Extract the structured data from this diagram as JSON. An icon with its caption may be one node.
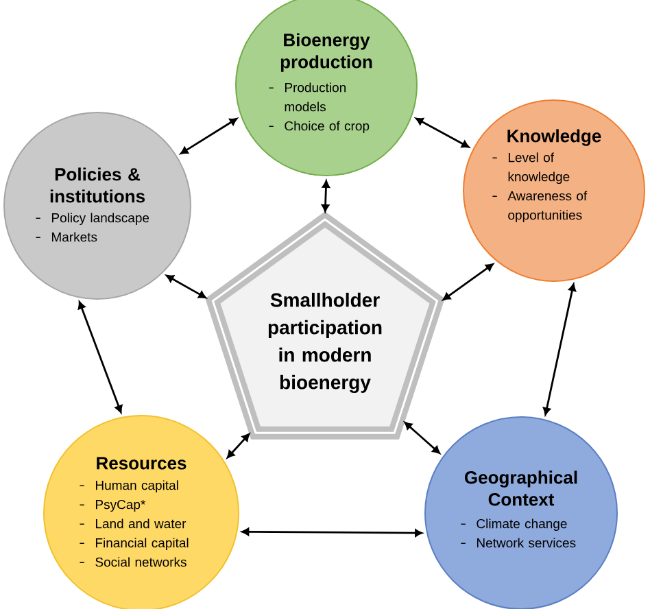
{
  "diagram": {
    "nodes": [
      {
        "text": [
          "Bioenergy production",
          "Production models",
          "Choice of crop"
        ]
      },
      {
        "text": [
          "Policies & institutions",
          "Policy landscape",
          "Markets"
        ]
      },
      {
        "text": [
          "Knowledge",
          "Level of knowledge",
          "Awareness of opportunities"
        ]
      },
      {
        "text": [
          "Smallholder participation in modern bioenergy"
        ]
      },
      {
        "text": [
          "Resources",
          "Human capital",
          "PsyCap*",
          "Land and water",
          "Financial capital",
          "Social networks"
        ]
      },
      {
        "text": [
          "Geographical Context",
          "Climate change",
          "Network services"
        ]
      }
    ],
    "edges": [
      {
        "from": 1,
        "to": 0,
        "arrow": "both"
      },
      {
        "from": 0,
        "to": 2,
        "arrow": "both"
      },
      {
        "from": 0,
        "to": 3,
        "arrow": "both"
      },
      {
        "from": 1,
        "to": 3,
        "arrow": "both"
      },
      {
        "from": 2,
        "to": 3,
        "arrow": "both"
      },
      {
        "from": 1,
        "to": 4,
        "arrow": "both"
      },
      {
        "from": 2,
        "to": 5,
        "arrow": "both"
      },
      {
        "from": 4,
        "to": 3,
        "arrow": "both"
      },
      {
        "from": 5,
        "to": 3,
        "arrow": "both"
      },
      {
        "from": 4,
        "to": 5,
        "arrow": "both"
      }
    ]
  }
}
